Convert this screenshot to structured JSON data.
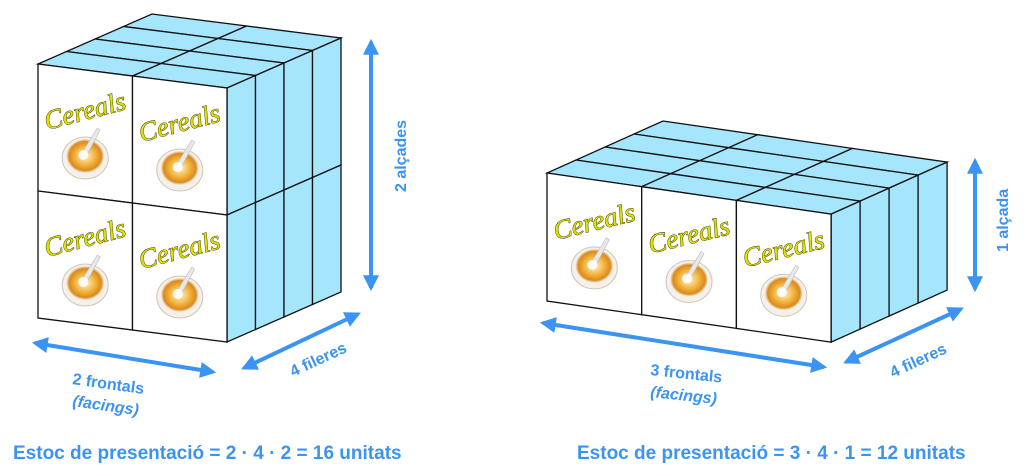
{
  "box_label": "Cereals",
  "colors": {
    "accent": "#3b93f3",
    "box_top_side": "#a6e6fc",
    "box_front": "#ffffff",
    "label_yellow": "#e0e000"
  },
  "left": {
    "facings": 2,
    "rows": 4,
    "levels": 2,
    "height_label": "2 alçades",
    "facings_label": "2 frontals",
    "facings_en": "(facings)",
    "rows_label": "4 fileres",
    "formula": "Estoc de presentació = 2 · 4 · 2 = 16 unitats"
  },
  "right": {
    "facings": 3,
    "rows": 4,
    "levels": 1,
    "height_label": "1 alçada",
    "facings_label": "3 frontals",
    "facings_en": "(facings)",
    "rows_label": "4 fileres",
    "formula": "Estoc de presentació = 3 · 4 · 1 = 12 unitats"
  }
}
